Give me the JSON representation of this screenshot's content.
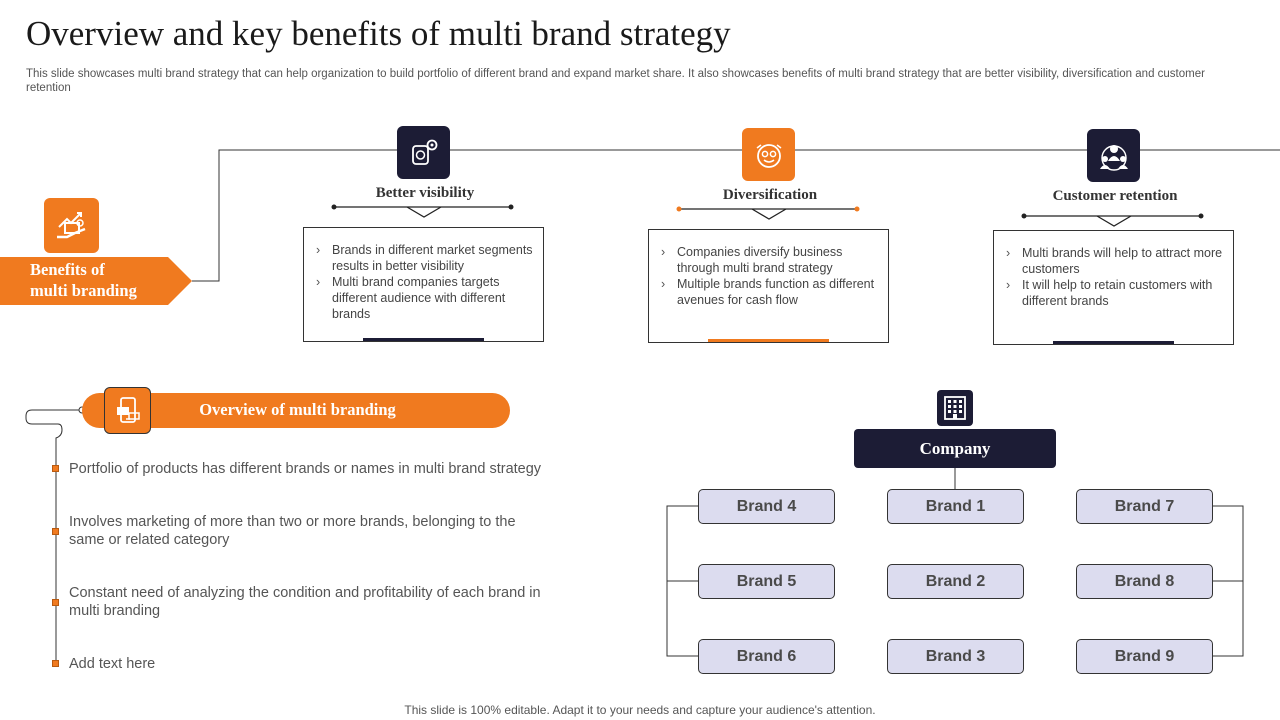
{
  "title": "Overview and key benefits of multi brand strategy",
  "subtitle": "This slide showcases multi brand strategy that can help organization to build portfolio of different brand and expand market share. It also showcases benefits of multi brand strategy that are better visibility, diversification and customer retention",
  "benefits": {
    "label_line1": "Benefits of",
    "label_line2": "multi branding",
    "icon": "growth-hand-icon"
  },
  "benefit_items": [
    {
      "title": "Better visibility",
      "icon": "visibility-settings-icon",
      "icon_color": "#1c1c35",
      "points": [
        "Brands in different market segments results in better visibility",
        "Multi brand companies targets different audience with different brands"
      ]
    },
    {
      "title": "Diversification",
      "icon": "money-face-icon",
      "icon_color": "#f07a1f",
      "points": [
        "Companies diversify business through multi brand strategy",
        "Multiple brands function as different avenues for cash flow"
      ]
    },
    {
      "title": "Customer retention",
      "icon": "customer-group-icon",
      "icon_color": "#1c1c35",
      "points": [
        "Multi brands will help to attract more customers",
        "It will help to retain customers with different brands"
      ]
    }
  ],
  "overview": {
    "label": "Overview of multi branding",
    "icon": "devices-icon",
    "points": [
      "Portfolio of products has different brands or names in multi brand strategy",
      "Involves marketing of more than two or more brands, belonging to the same or related category",
      "Constant need of analyzing the condition and profitability of each brand in multi branding",
      "Add text here"
    ]
  },
  "org": {
    "company": "Company",
    "company_icon": "building-icon",
    "brands": [
      "Brand 4",
      "Brand 1",
      "Brand 7",
      "Brand 5",
      "Brand 2",
      "Brand 8",
      "Brand 6",
      "Brand 3",
      "Brand 9"
    ]
  },
  "colors": {
    "accent": "#f07a1f",
    "navy": "#1c1c35",
    "brand_fill": "#dcdcef"
  },
  "footer": "This slide is 100% editable. Adapt it to your needs and capture your audience's attention."
}
